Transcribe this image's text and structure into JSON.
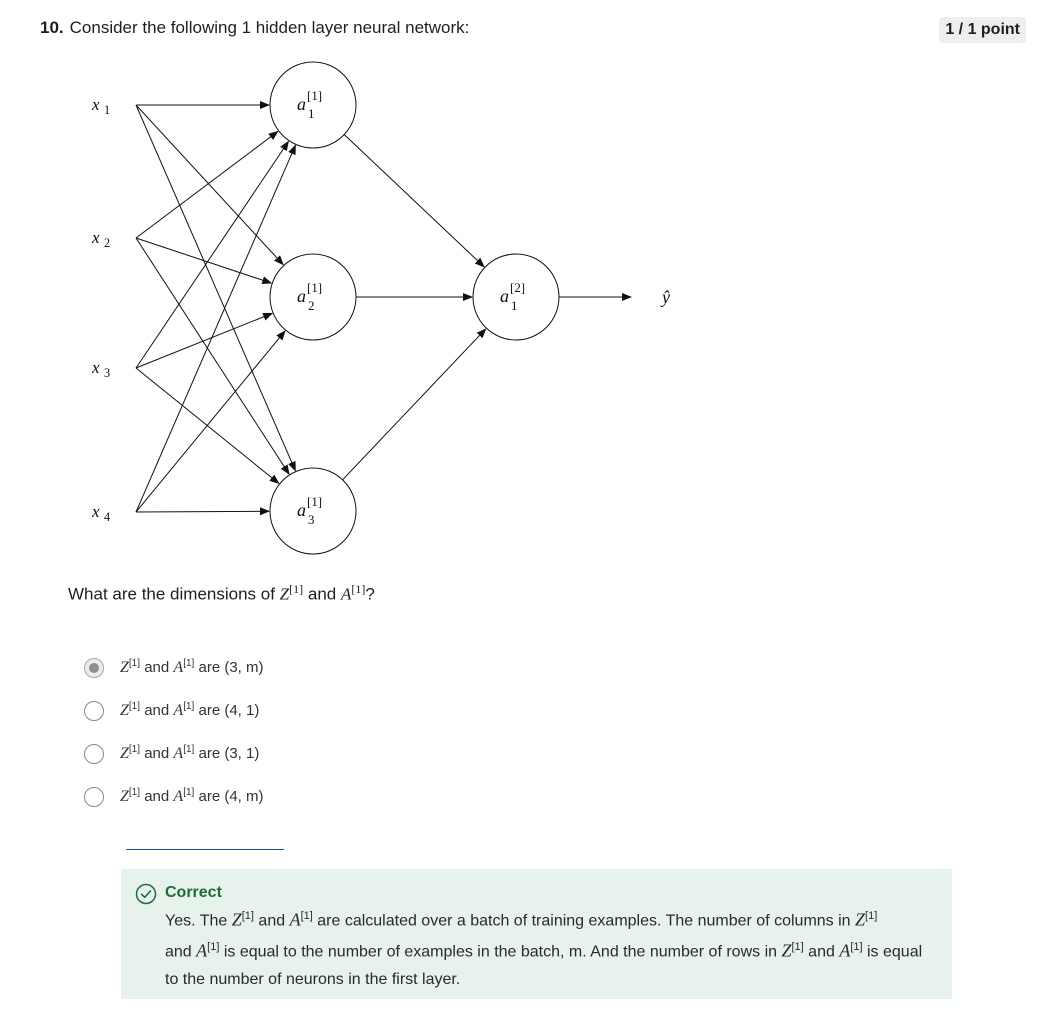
{
  "question": {
    "number": "10.",
    "text": "Consider the following 1 hidden layer neural network:",
    "points": "1 / 1 point"
  },
  "diagram": {
    "inputs": [
      {
        "base": "x",
        "sub": "1"
      },
      {
        "base": "x",
        "sub": "2"
      },
      {
        "base": "x",
        "sub": "3"
      },
      {
        "base": "x",
        "sub": "4"
      }
    ],
    "hidden": [
      {
        "base": "a",
        "sup": "[1]",
        "sub": "1"
      },
      {
        "base": "a",
        "sup": "[1]",
        "sub": "2"
      },
      {
        "base": "a",
        "sup": "[1]",
        "sub": "3"
      }
    ],
    "output_node": {
      "base": "a",
      "sup": "[2]",
      "sub": "1"
    },
    "output_label": "ŷ"
  },
  "prompt": {
    "pre": "What are the dimensions of ",
    "z": "Z",
    "sup": "[1]",
    "and": " and ",
    "a": "A",
    "end": "?"
  },
  "options": [
    {
      "z": "Z",
      "sup": "[1]",
      "and": " and ",
      "a": "A",
      "rest": " are (3, m)",
      "selected": true
    },
    {
      "z": "Z",
      "sup": "[1]",
      "and": " and ",
      "a": "A",
      "rest": " are (4, 1)",
      "selected": false
    },
    {
      "z": "Z",
      "sup": "[1]",
      "and": " and ",
      "a": "A",
      "rest": " are (3, 1)",
      "selected": false
    },
    {
      "z": "Z",
      "sup": "[1]",
      "and": " and ",
      "a": "A",
      "rest": " are (4, m)",
      "selected": false
    }
  ],
  "feedback": {
    "title": "Correct",
    "parts": {
      "p1": "Yes. The ",
      "z": "Z",
      "sup": "[1]",
      "p2": " and ",
      "a": "A",
      "p3": " are calculated over a batch of training examples. The number of columns in ",
      "p4": "and ",
      "p5": " is equal to the number of examples in the batch, m. And the number of rows in ",
      "p6": " and ",
      "p7": " is equal to the number of neurons in the first layer."
    }
  },
  "colors": {
    "accent_green": "#1a6e38",
    "feedback_bg": "#e8f2ed",
    "divider_blue": "#1f4c9e"
  }
}
